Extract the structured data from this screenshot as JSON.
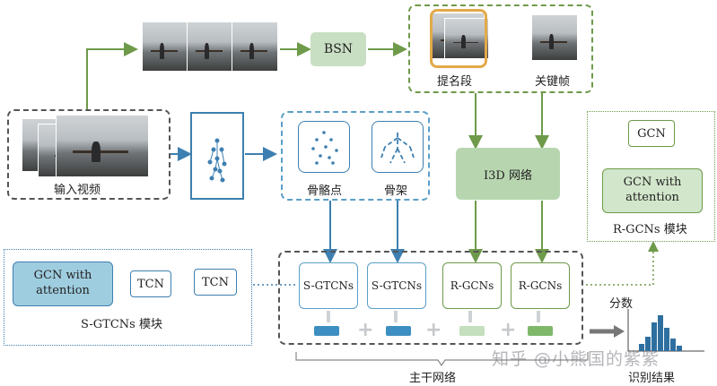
{
  "top": {
    "bsn": "BSN",
    "proposal_label": "提名段",
    "keyframe_label": "关键帧"
  },
  "input": {
    "label": "输入视频"
  },
  "pose": {
    "keypoints_label": "骨骼点",
    "skeleton_label": "骨架"
  },
  "i3d": {
    "label": "I3D 网络"
  },
  "rgcn_module": {
    "gcn": "GCN",
    "gcn_attention": "GCN with attention",
    "title": "R-GCNs 模块"
  },
  "sgtcn_module": {
    "gcn_attention": "GCN with attention",
    "tcn1": "TCN",
    "tcn2": "TCN",
    "title": "S-GTCNs 模块"
  },
  "backbone": {
    "branches": [
      "S-GTCNs",
      "S-GTCNs",
      "R-GCNs",
      "R-GCNs"
    ],
    "title": "主干网络"
  },
  "output": {
    "score_label": "分数",
    "result_label": "识别结果"
  },
  "watermark": "知乎 @小熊国的紫紫",
  "colors": {
    "green": "#6e9a4a",
    "green_fill": "#c9dfc4",
    "blue": "#3d7fb0",
    "blue_fill": "#cfe3ef",
    "dark_dash": "#555555",
    "orange": "#e2a94a"
  }
}
